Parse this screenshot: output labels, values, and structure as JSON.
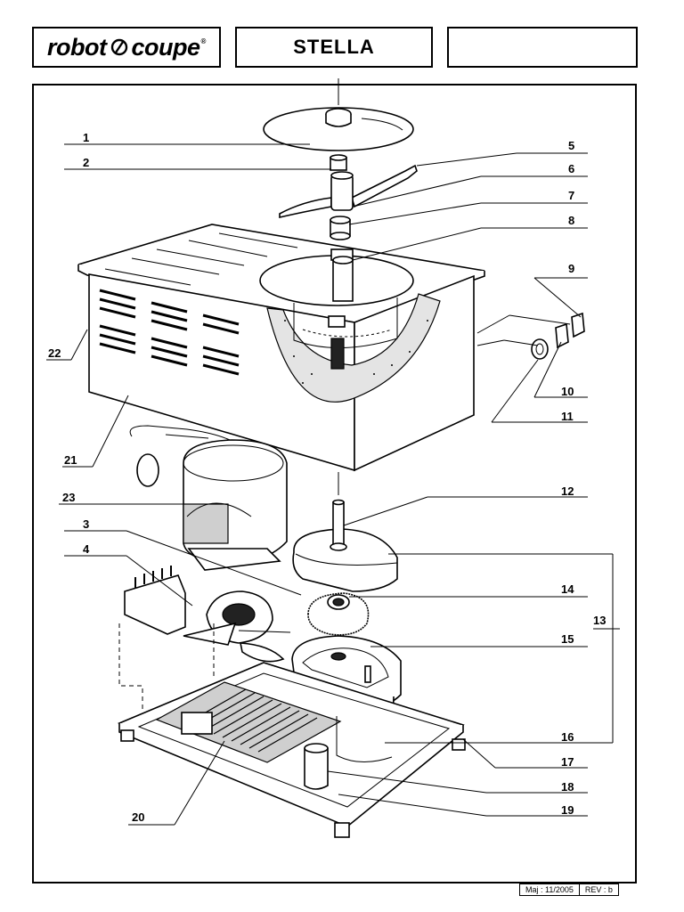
{
  "header": {
    "brand": "robot",
    "brand2": "coupe",
    "registered": "®",
    "model": "STELLA"
  },
  "footer": {
    "date": "Maj : 11/2005",
    "rev": "REV : b"
  },
  "callouts": {
    "c1": "1",
    "c2": "2",
    "c3": "3",
    "c4": "4",
    "c5": "5",
    "c6": "6",
    "c7": "7",
    "c8": "8",
    "c9": "9",
    "c10": "10",
    "c11": "11",
    "c12": "12",
    "c13": "13",
    "c14": "14",
    "c15": "15",
    "c16": "16",
    "c17": "17",
    "c18": "18",
    "c19": "19",
    "c20": "20",
    "c21": "21",
    "c22": "22",
    "c23": "23"
  }
}
